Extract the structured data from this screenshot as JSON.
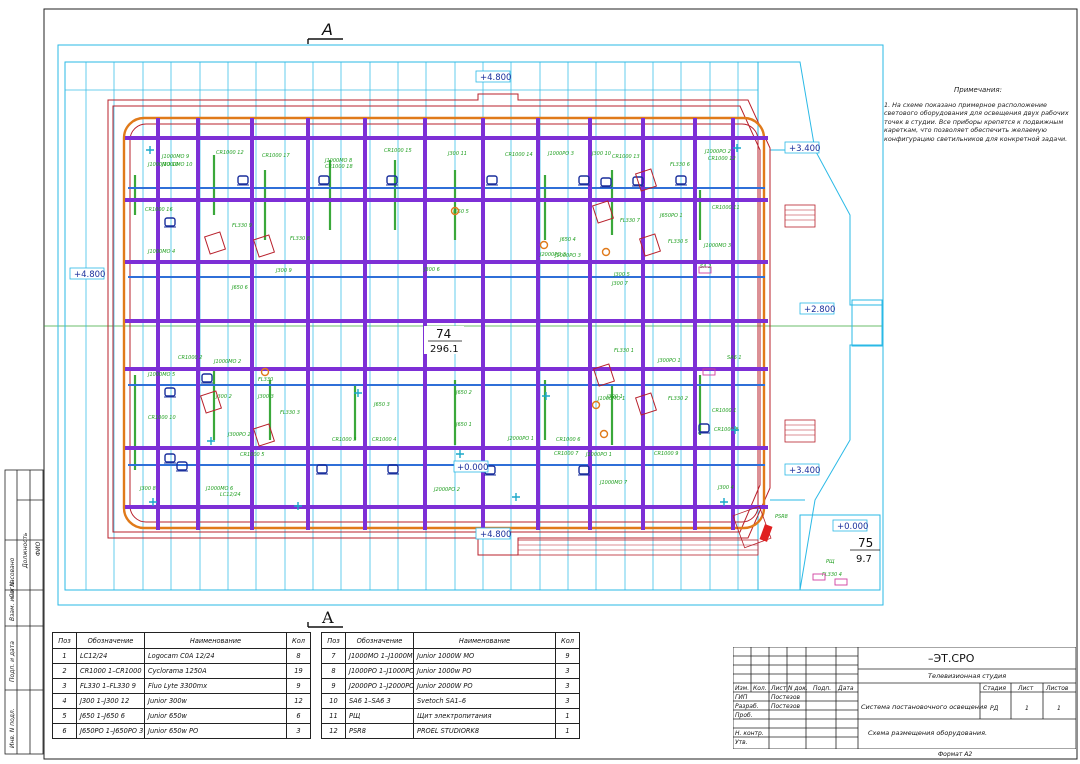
{
  "section_marks": {
    "top": "A",
    "bottom": "A"
  },
  "levels": [
    {
      "id": "lvl-top",
      "text": "+4.800"
    },
    {
      "id": "lvl-left",
      "text": "+4.800"
    },
    {
      "id": "lvl-bottom",
      "text": "+4.800"
    },
    {
      "id": "lvl-r1",
      "text": "+3.400"
    },
    {
      "id": "lvl-r2",
      "text": "+2.800"
    },
    {
      "id": "lvl-r3",
      "text": "+3.400"
    },
    {
      "id": "lvl-floor",
      "text": "+0.000"
    },
    {
      "id": "lvl-floor2",
      "text": "+0.000"
    }
  ],
  "room_main": {
    "number": "74",
    "area": "296.1"
  },
  "room_side": {
    "number": "75",
    "area": "9.7"
  },
  "fixtures": [
    "J1000MO 9",
    "J1000MO 10",
    "J1000MO 10",
    "CR1000 12",
    "CR1000 17",
    "J1000MO 8",
    "CR1000 18",
    "CR1000 15",
    "J300 11",
    "CR1000 14",
    "J1000PO 3",
    "J300 10",
    "CR1000 13",
    "J1000PO 2",
    "CR1000 12",
    "FL330 6",
    "CR1000 16",
    "J650 5",
    "J650PO 1",
    "CR1000 11",
    "FL330 7",
    "FL330 9",
    "FL330 8",
    "J650 4",
    "J2000PO 3",
    "FL330 5",
    "J1000MO 3",
    "J1000MO 4",
    "J300 9",
    "J650 6",
    "SA 2",
    "CR1000 2",
    "J1000MO 2",
    "SA6 1",
    "J1000MO 5",
    "CR1000 10",
    "J300PO 1",
    "FL330",
    "J650 3",
    "FL330 1",
    "J300 2",
    "J1000MO 1",
    "CR1000 1",
    "J650 2",
    "J300 1",
    "J300 3",
    "FL330 2",
    "FL330 3",
    "J650 1",
    "CR1000 8",
    "J300PO 2",
    "CR1000 5",
    "CR1000 3",
    "CR1000 4",
    "J2000PO 1",
    "CR1000 6",
    "CR1000 7",
    "CR1000 9",
    "J1000PO 1",
    "J300 8",
    "J1000MO 6",
    "J1000MO 7",
    "J300 4",
    "J2000PO 2",
    "LC12/24",
    "PSR8",
    "РЩ",
    "FL330 4",
    "J300 5",
    "J300 6",
    "J300 7",
    "J2000PO 3"
  ],
  "notes": {
    "title": "Примечания:",
    "text": "1. На схеме показано примерное расположение светового оборудования для освещения двух рабочих точек в студии. Все приборы крепятся к подвижным кареткам, что позволяет обеспечить желаемую конфигурацию светильников для конкретной задачи."
  },
  "spec_headers": {
    "pos": "Поз",
    "designation": "Обозначение",
    "name": "Наименование",
    "qty": "Кол"
  },
  "spec_left": [
    {
      "pos": "1",
      "designation": "LC12/24",
      "name": "Logocam C0A 12/24",
      "qty": "8"
    },
    {
      "pos": "2",
      "designation": "CR1000 1–CR1000 19",
      "name": "Cyclorama 1250A",
      "qty": "19"
    },
    {
      "pos": "3",
      "designation": "FL330 1–FL330 9",
      "name": "Fluo Lyte 3300mx",
      "qty": "9"
    },
    {
      "pos": "4",
      "designation": "J300 1–J300 12",
      "name": "Junior 300w",
      "qty": "12"
    },
    {
      "pos": "5",
      "designation": "J650 1–J650 6",
      "name": "Junior 650w",
      "qty": "6"
    },
    {
      "pos": "6",
      "designation": "J650PO 1–J650PO 3",
      "name": "Junior 650w PO",
      "qty": "3"
    }
  ],
  "spec_right": [
    {
      "pos": "7",
      "designation": "J1000MO 1–J1000MO 9",
      "name": "Junior 1000W MO",
      "qty": "9"
    },
    {
      "pos": "8",
      "designation": "J1000PO 1–J1000PO 3",
      "name": "Junior 1000w PO",
      "qty": "3"
    },
    {
      "pos": "9",
      "designation": "J2000PO 1–J2000PO 3",
      "name": "Junior 2000W PO",
      "qty": "3"
    },
    {
      "pos": "10",
      "designation": "SA6 1–SA6 3",
      "name": "Svetoch SA1–6",
      "qty": "3"
    },
    {
      "pos": "11",
      "designation": "РЩ",
      "name": "Щит электропитания",
      "qty": "1"
    },
    {
      "pos": "12",
      "designation": "PSR8",
      "name": "PROEL STUDIORK8",
      "qty": "1"
    }
  ],
  "left_stamp": [
    "Согласовано",
    "Должность",
    "ФИО",
    "Взам. инв. N",
    "Подп. и дата",
    "Инв. N подл."
  ],
  "title_block": {
    "code": "–ЭТ.СРО",
    "project": "Телевизионная студия",
    "cols": [
      "Изм.",
      "Кол.",
      "Лист",
      "N док.",
      "Подп.",
      "Дата"
    ],
    "roles": [
      "ГИП",
      "Разраб.",
      "Проб.",
      "Н. контр.",
      "Утв."
    ],
    "names": [
      "Постезов",
      "Постезов"
    ],
    "system": "Система постановочного освещения",
    "sheet_title": "Схема размещения оборудования.",
    "stage_head": "Стадия",
    "sheet_head": "Лист",
    "sheets_head": "Листов",
    "stage": "РД",
    "sheet": "1",
    "sheets": "1",
    "format": "Формат А2"
  },
  "colors": {
    "cyan": "#2ab9e6",
    "purple": "#7d2fd6",
    "blue": "#2f6fd8",
    "green": "#3aa83a",
    "red": "#b8202b",
    "orange": "#e07a1a",
    "green_label": "#1e9e1e",
    "navy": "#1a2f9c"
  }
}
